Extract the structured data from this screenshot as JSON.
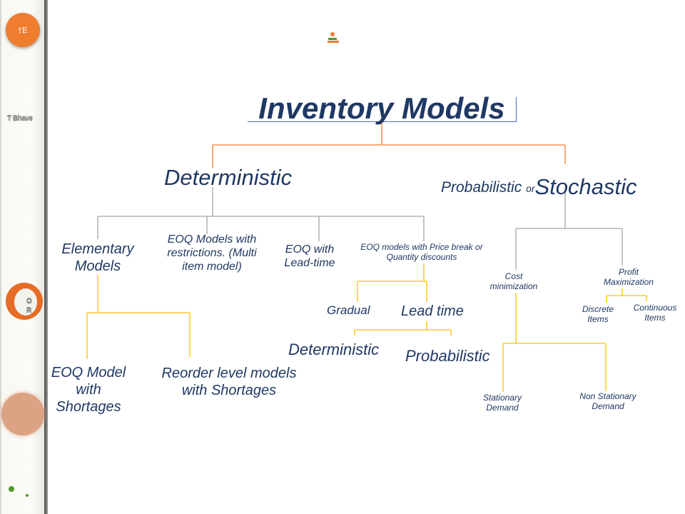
{
  "sidebar": {
    "top_badge_text": "†E",
    "brand_text": "T Bhave",
    "or_letters": [
      "O",
      "R"
    ]
  },
  "diagram": {
    "title": "Inventory Models",
    "deterministic": "Deterministic",
    "probabilistic_prefix": "Probabilistic",
    "or_word": "or",
    "stochastic": "Stochastic",
    "elementary": [
      "Elementary",
      "Models"
    ],
    "eoq_restrictions": [
      "EOQ Models with",
      "restrictions. (Multi",
      "item model)"
    ],
    "eoq_lead_time": [
      "EOQ with",
      "Lead-time"
    ],
    "eoq_price_break": [
      "EOQ models with Price break or",
      "Quantity discounts"
    ],
    "eoq_shortages": [
      "EOQ Model",
      "with",
      "Shortages"
    ],
    "reorder_level": [
      "Reorder level models",
      "with Shortages"
    ],
    "gradual": "Gradual",
    "lead_time": "Lead time",
    "deterministic_sub": "Deterministic",
    "probabilistic_sub": "Probabilistic",
    "cost_minimization": [
      "Cost",
      "minimization"
    ],
    "profit_maximization": [
      "Profit",
      "Maximization"
    ],
    "discrete_items": [
      "Discrete",
      "Items"
    ],
    "continuous_items": [
      "Continuous",
      "Items"
    ],
    "stationary_demand": [
      "Stationary",
      "Demand"
    ],
    "non_stationary_demand": [
      "Non Stationary",
      "Demand"
    ]
  },
  "colors": {
    "text": "#1f3864",
    "orange_line": "#ed7d31",
    "gray_line": "#a5a5a5",
    "gold_line": "#ffc000",
    "accent_orange": "#ee7d2f",
    "green_dot": "#4f9a2a"
  }
}
